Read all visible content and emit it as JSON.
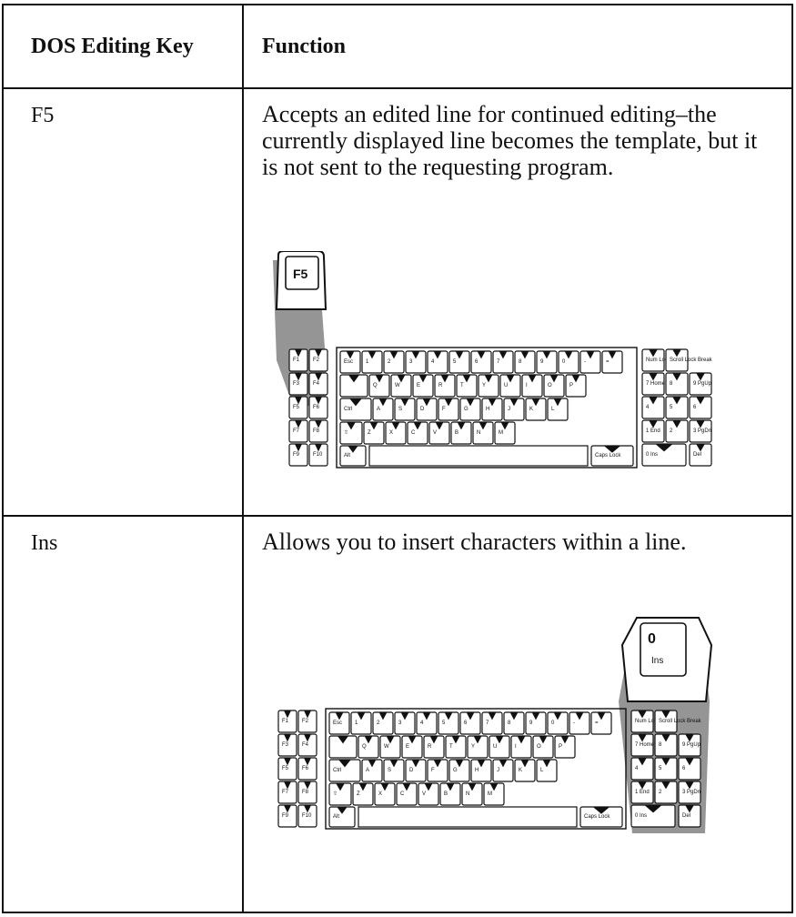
{
  "table": {
    "header": {
      "key": "DOS Editing Key",
      "function": "Function"
    },
    "rows": [
      {
        "key": "F5",
        "description": "Accepts an edited line for continued editing–the currently displayed line becomes the template, but it is not sent to the requesting program.",
        "highlighted_key": {
          "primary": "F5",
          "secondary": ""
        }
      },
      {
        "key": "Ins",
        "description": "Allows you to insert characters within a line.",
        "highlighted_key": {
          "primary": "0",
          "secondary": "Ins"
        }
      }
    ]
  },
  "keyboard": {
    "function_keys": [
      "F1",
      "F2",
      "F3",
      "F4",
      "F5",
      "F6",
      "F7",
      "F8",
      "F9",
      "F10"
    ],
    "top_row": [
      "Esc",
      "1",
      "2",
      "3",
      "4",
      "5",
      "6",
      "7",
      "8",
      "9",
      "0",
      "-",
      "="
    ],
    "q_row": [
      "Q",
      "W",
      "E",
      "R",
      "T",
      "Y",
      "U",
      "I",
      "O",
      "P"
    ],
    "a_row": [
      "A",
      "S",
      "D",
      "F",
      "G",
      "H",
      "J",
      "K",
      "L"
    ],
    "z_row": [
      "Z",
      "X",
      "C",
      "V",
      "B",
      "N",
      "M"
    ],
    "ctrl_label": "Ctrl",
    "alt_label": "Alt",
    "caps_label": "Caps Lock",
    "numpad_labels": [
      "Num Lock",
      "Scroll Lock Break",
      "7 Home",
      "8",
      "9 PgUp",
      "4",
      "5",
      "6",
      "1 End",
      "2",
      "3 PgDn",
      "0 Ins",
      "Del"
    ]
  },
  "colors": {
    "ink": "#111111",
    "shade": "#8a8a8a",
    "paper": "#ffffff"
  }
}
